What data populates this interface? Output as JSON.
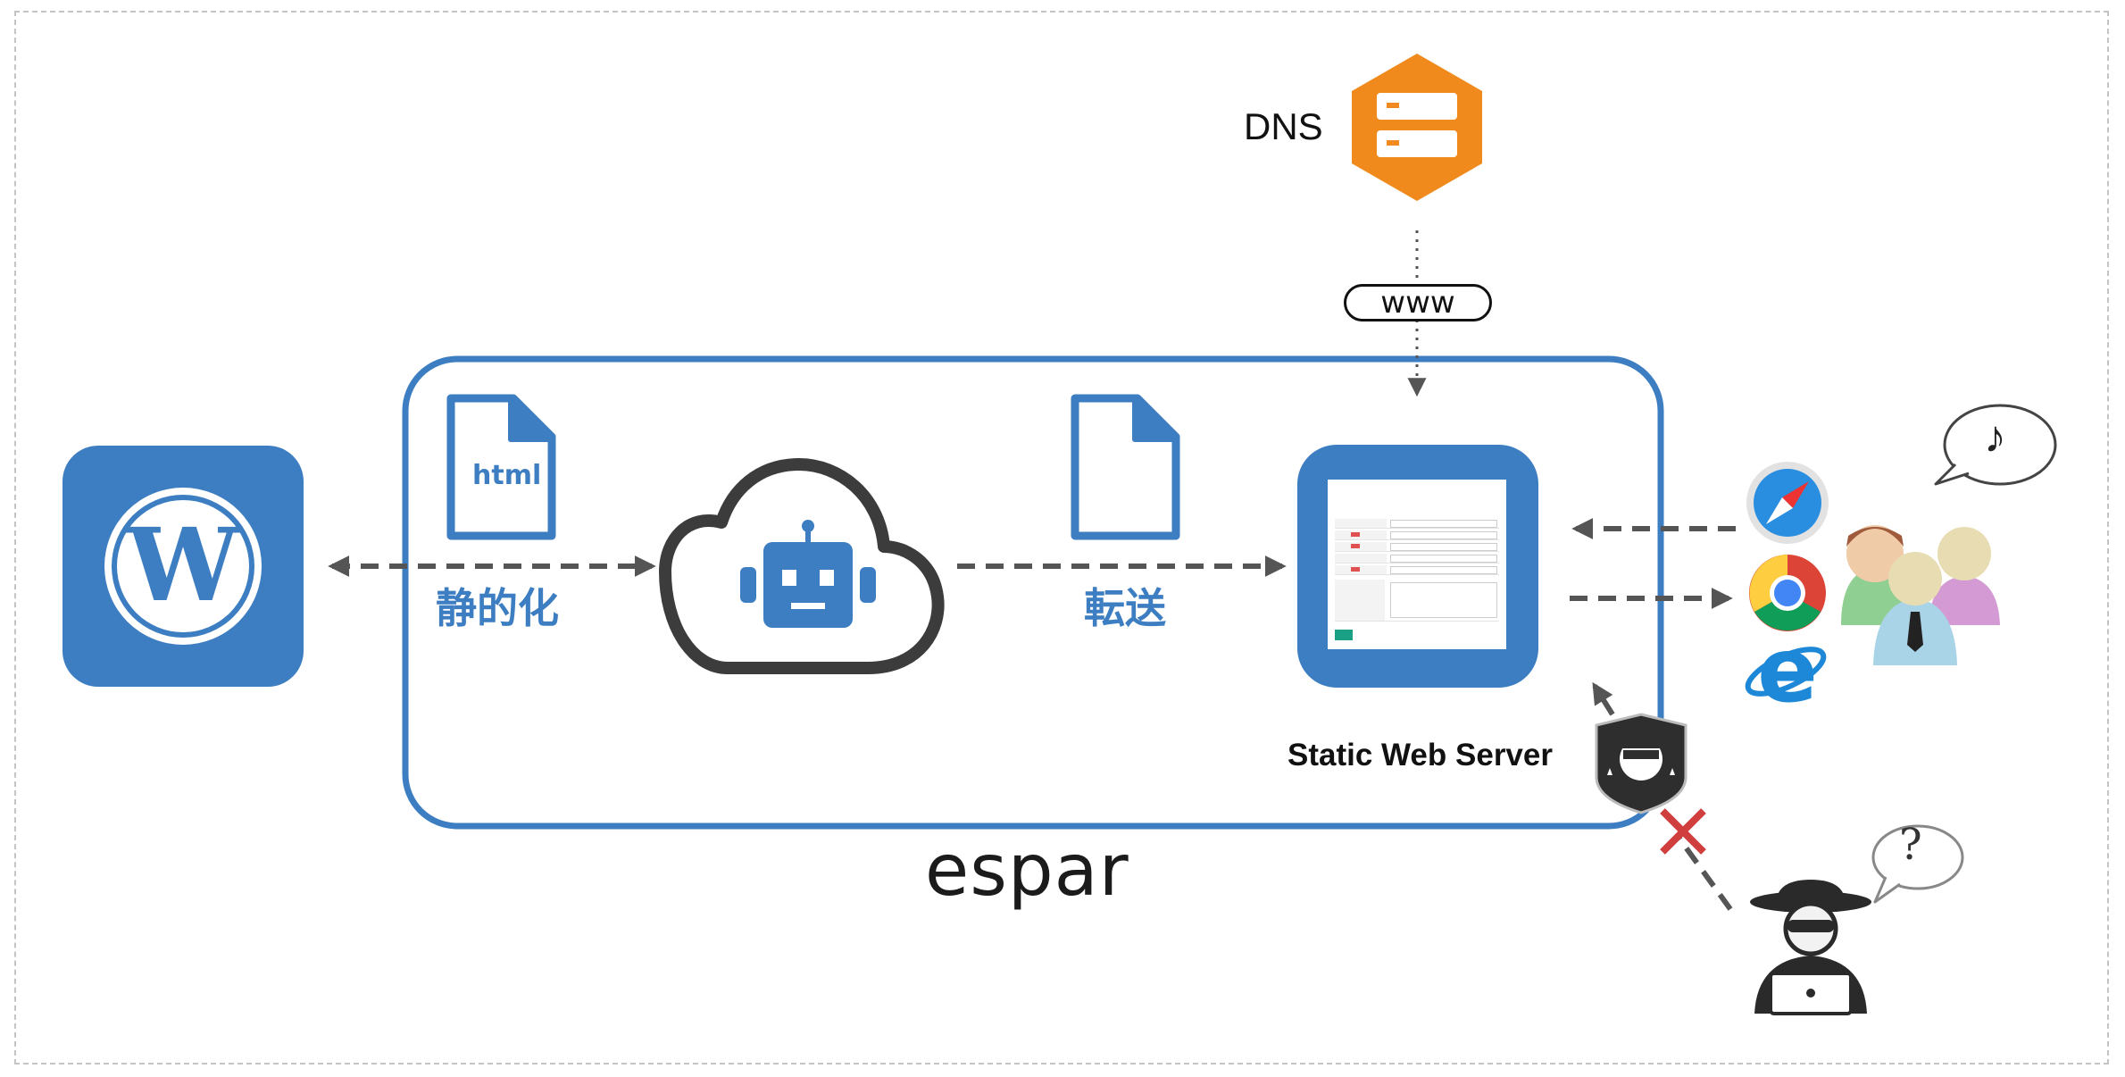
{
  "labels": {
    "dns": "DNS",
    "www": "www",
    "static_conversion": "静的化",
    "transfer": "転送",
    "server": "Static Web Server",
    "brand": "espar",
    "html_file": "html",
    "speech_music": "♪",
    "speech_thinking": "?"
  },
  "icons": {
    "cms": "wordpress-icon",
    "converter": "cloud-robot-icon",
    "dns": "dns-server-icon",
    "html_document": "html-file-icon",
    "document": "file-icon",
    "browsers": [
      "safari-icon",
      "chrome-icon",
      "internet-explorer-icon"
    ],
    "users": "users-group-icon",
    "shield": "security-guard-icon",
    "attacker": "hacker-icon",
    "blocked": "x-mark-icon"
  },
  "colors": {
    "primary_blue": "#3d7ec2",
    "dns_orange": "#f08a1c",
    "robot_dark": "#3c3c3c",
    "block_red": "#d03e3e",
    "arrow_gray": "#555555"
  }
}
